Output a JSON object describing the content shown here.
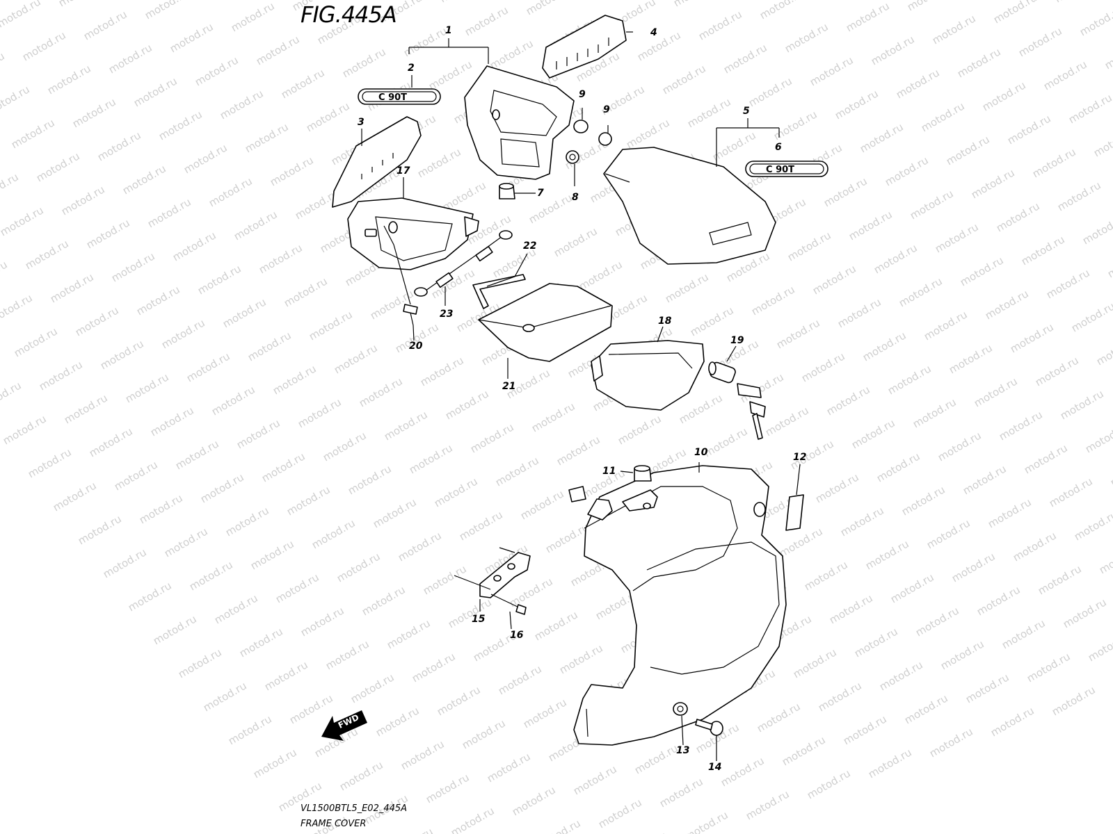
{
  "figure": {
    "title": "FIG.445A",
    "code": "VL1500BTL5_E02_445A",
    "caption": "FRAME COVER"
  },
  "watermark": "motod.ru",
  "emblem_text": "C 90T",
  "fwd_label": "FWD",
  "callouts": [
    "1",
    "2",
    "3",
    "4",
    "5",
    "6",
    "7",
    "8",
    "9",
    "9",
    "10",
    "11",
    "12",
    "13",
    "14",
    "15",
    "16",
    "17",
    "18",
    "19",
    "20",
    "21",
    "22",
    "23"
  ]
}
